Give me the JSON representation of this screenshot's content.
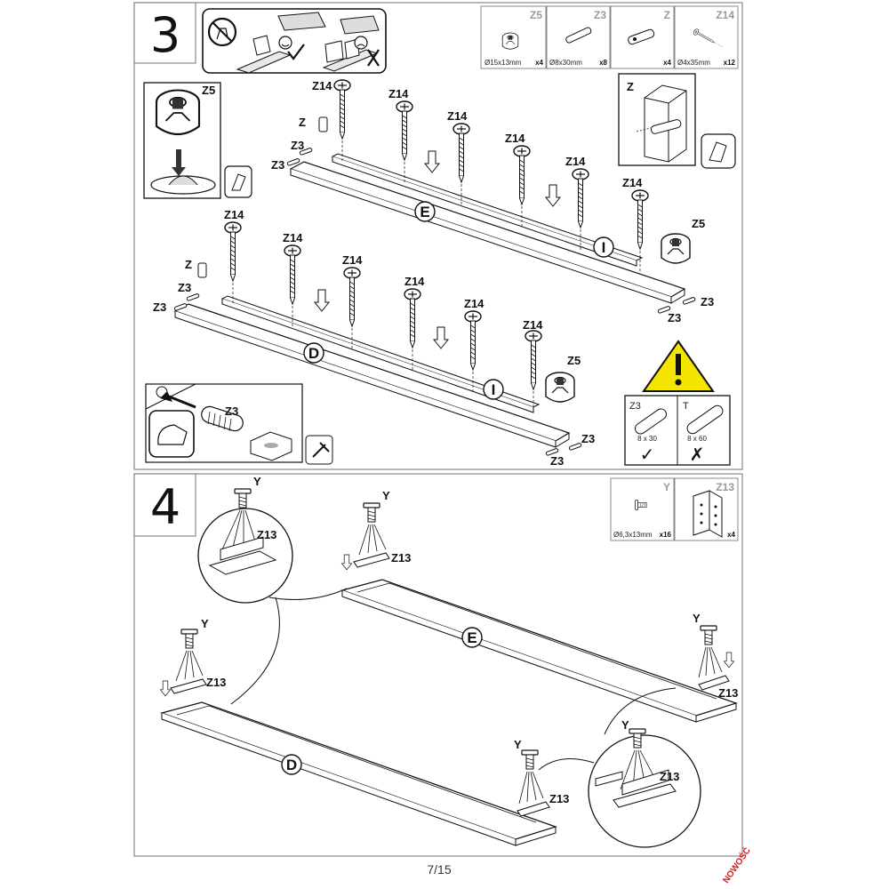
{
  "step3": {
    "number": "3",
    "parts": [
      {
        "code": "Z5",
        "size": "Ø15x13mm",
        "qty": "x4"
      },
      {
        "code": "Z3",
        "size": "Ø8x30mm",
        "qty": "x8"
      },
      {
        "code": "Z",
        "size": "",
        "qty": "x4"
      },
      {
        "code": "Z14",
        "size": "Ø4x35mm",
        "qty": "x12"
      }
    ],
    "labels": {
      "z5": "Z5",
      "z3": "Z3",
      "z14": "Z14",
      "z": "Z",
      "panel_e": "E",
      "panel_d": "D",
      "panel_i": "I",
      "t": "T"
    },
    "dowel_compare": {
      "ok_size": "8 x 30",
      "bad_size": "8 x 60",
      "ok_mark": "✓",
      "bad_mark": "✗"
    }
  },
  "step4": {
    "number": "4",
    "parts": [
      {
        "code": "Y",
        "size": "Ø6,3x13mm",
        "qty": "x16"
      },
      {
        "code": "Z13",
        "size": "",
        "qty": "x4"
      }
    ],
    "labels": {
      "y": "Y",
      "z13": "Z13",
      "panel_e": "E",
      "panel_d": "D"
    }
  },
  "footer": {
    "page": "7/15",
    "brand": "NOWOŚĆ"
  }
}
